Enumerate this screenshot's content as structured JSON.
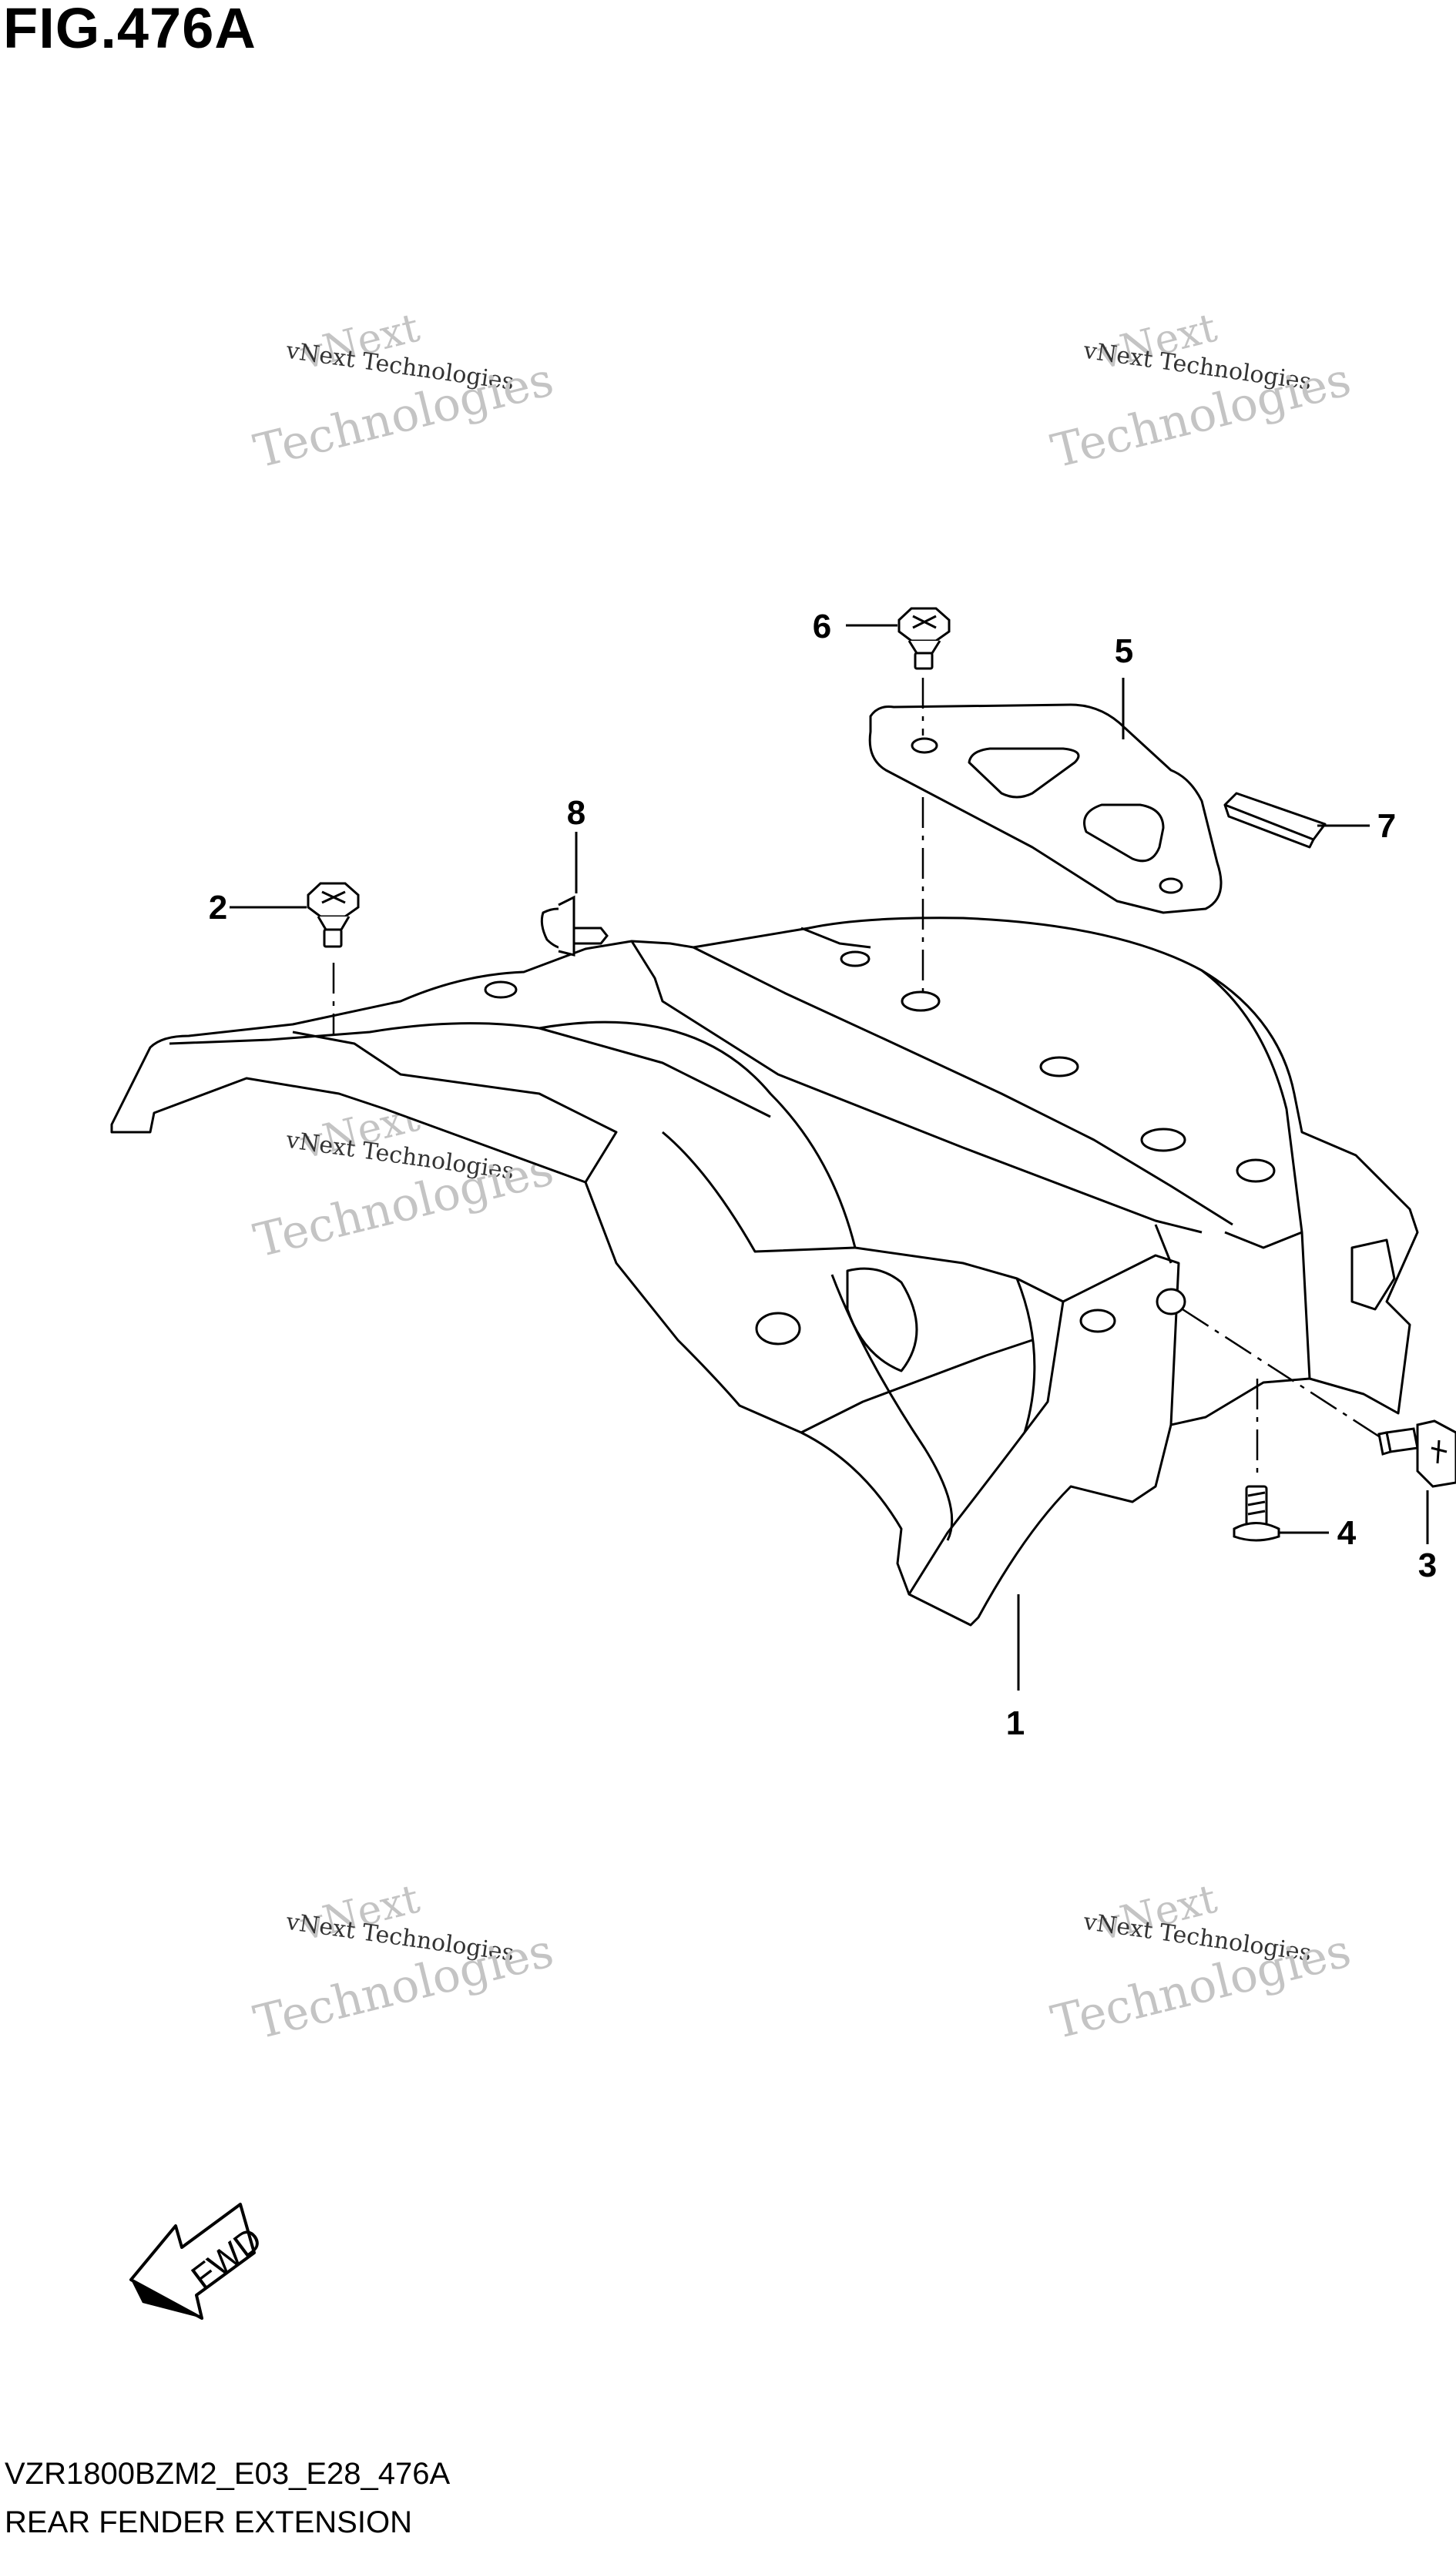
{
  "figure": {
    "title": "FIG.476A",
    "model_code": "VZR1800BZM2_E03_E28_476A",
    "name": "REAR FENDER EXTENSION"
  },
  "watermark": {
    "line_top": "vNext",
    "line_middle": "vNext Technologies",
    "line_bottom": "Technologies"
  },
  "direction_marker": "FWD",
  "callouts": [
    "1",
    "2",
    "3",
    "4",
    "5",
    "6",
    "7",
    "8"
  ]
}
